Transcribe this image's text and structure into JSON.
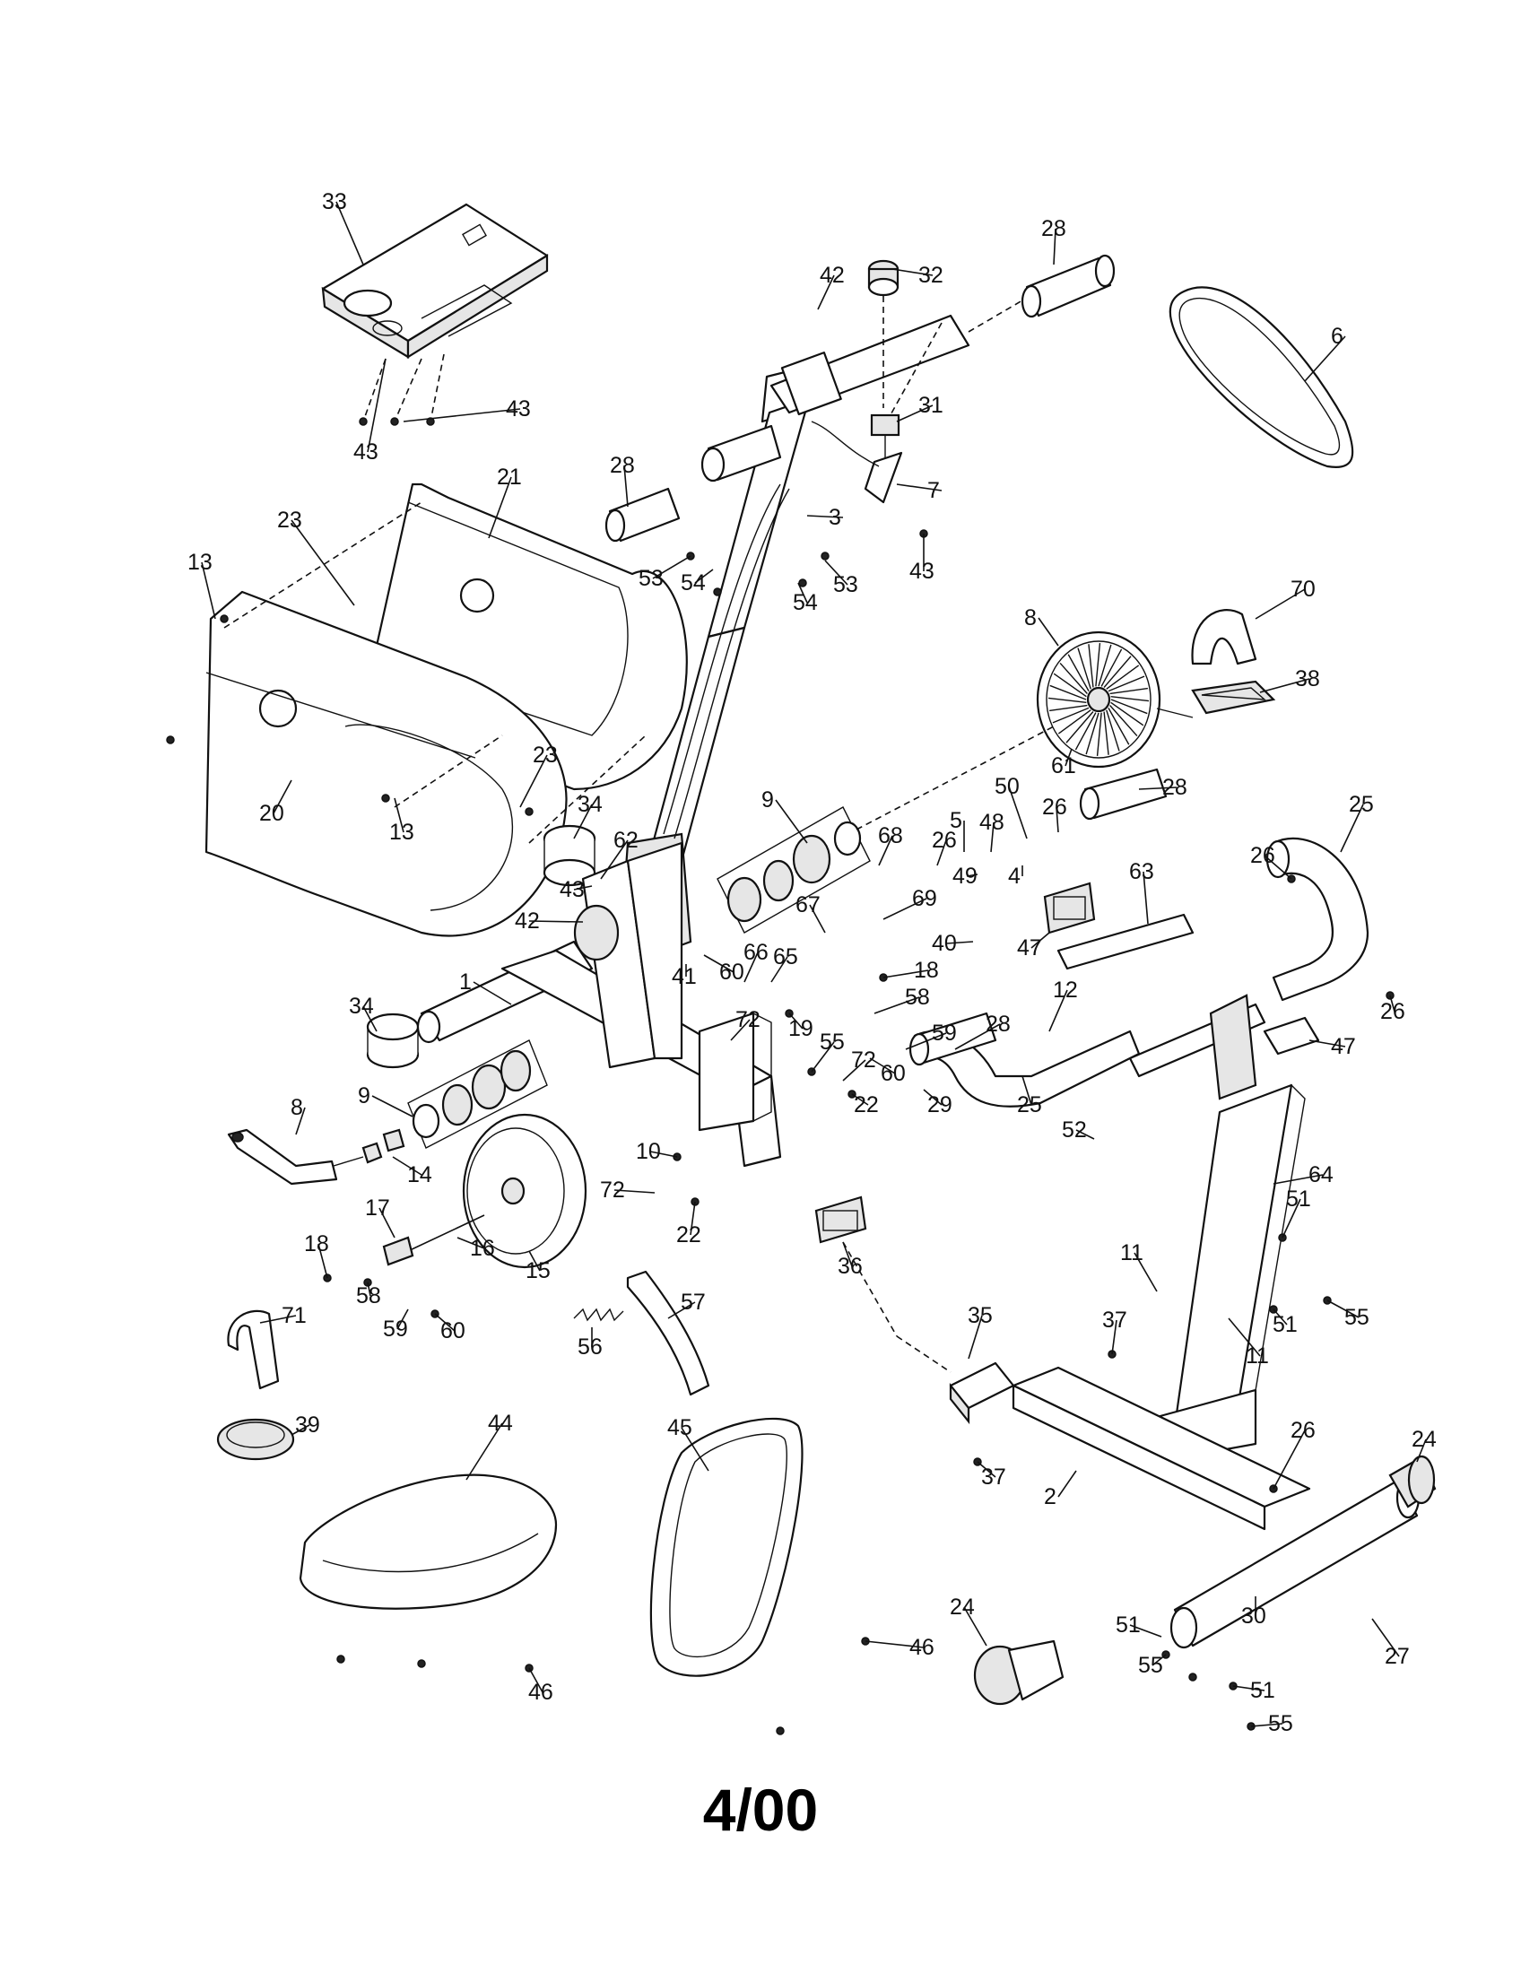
{
  "page": {
    "date_code": "4/00"
  },
  "callouts": [
    {
      "id": "c33",
      "text": "33"
    },
    {
      "id": "c43a",
      "text": "43"
    },
    {
      "id": "c43b",
      "text": "43"
    },
    {
      "id": "c43c",
      "text": "43"
    },
    {
      "id": "c43d",
      "text": "43"
    },
    {
      "id": "c21",
      "text": "21"
    },
    {
      "id": "c23a",
      "text": "23"
    },
    {
      "id": "c23b",
      "text": "23"
    },
    {
      "id": "c13a",
      "text": "13"
    },
    {
      "id": "c13b",
      "text": "13"
    },
    {
      "id": "c20",
      "text": "20"
    },
    {
      "id": "c42a",
      "text": "42"
    },
    {
      "id": "c42b",
      "text": "42"
    },
    {
      "id": "c32",
      "text": "32"
    },
    {
      "id": "c28a",
      "text": "28"
    },
    {
      "id": "c28b",
      "text": "28"
    },
    {
      "id": "c28c",
      "text": "28"
    },
    {
      "id": "c28d",
      "text": "28"
    },
    {
      "id": "c6",
      "text": "6"
    },
    {
      "id": "c31",
      "text": "31"
    },
    {
      "id": "c7",
      "text": "7"
    },
    {
      "id": "c3",
      "text": "3"
    },
    {
      "id": "c53a",
      "text": "53"
    },
    {
      "id": "c53b",
      "text": "53"
    },
    {
      "id": "c54a",
      "text": "54"
    },
    {
      "id": "c54b",
      "text": "54"
    },
    {
      "id": "c70",
      "text": "70"
    },
    {
      "id": "c8a",
      "text": "8"
    },
    {
      "id": "c8b",
      "text": "8"
    },
    {
      "id": "c38",
      "text": "38"
    },
    {
      "id": "c61",
      "text": "61"
    },
    {
      "id": "c34a",
      "text": "34"
    },
    {
      "id": "c34b",
      "text": "34"
    },
    {
      "id": "c62",
      "text": "62"
    },
    {
      "id": "c9a",
      "text": "9"
    },
    {
      "id": "c9b",
      "text": "9"
    },
    {
      "id": "c50",
      "text": "50"
    },
    {
      "id": "c26a",
      "text": "26"
    },
    {
      "id": "c26b",
      "text": "26"
    },
    {
      "id": "c26c",
      "text": "26"
    },
    {
      "id": "c26d",
      "text": "26"
    },
    {
      "id": "c26e",
      "text": "26"
    },
    {
      "id": "c5",
      "text": "5"
    },
    {
      "id": "c48",
      "text": "48"
    },
    {
      "id": "c49",
      "text": "49"
    },
    {
      "id": "c4",
      "text": "4"
    },
    {
      "id": "c40",
      "text": "40"
    },
    {
      "id": "c25a",
      "text": "25"
    },
    {
      "id": "c25b",
      "text": "25"
    },
    {
      "id": "c68",
      "text": "68"
    },
    {
      "id": "c69",
      "text": "69"
    },
    {
      "id": "c67",
      "text": "67"
    },
    {
      "id": "c66",
      "text": "66"
    },
    {
      "id": "c65",
      "text": "65"
    },
    {
      "id": "c63",
      "text": "63"
    },
    {
      "id": "c47a",
      "text": "47"
    },
    {
      "id": "c47b",
      "text": "47"
    },
    {
      "id": "c1",
      "text": "1"
    },
    {
      "id": "c60a",
      "text": "60"
    },
    {
      "id": "c60b",
      "text": "60"
    },
    {
      "id": "c60c",
      "text": "60"
    },
    {
      "id": "c41",
      "text": "41"
    },
    {
      "id": "c72a",
      "text": "72"
    },
    {
      "id": "c72b",
      "text": "72"
    },
    {
      "id": "c72c",
      "text": "72"
    },
    {
      "id": "c18a",
      "text": "18"
    },
    {
      "id": "c18b",
      "text": "18"
    },
    {
      "id": "c58a",
      "text": "58"
    },
    {
      "id": "c58b",
      "text": "58"
    },
    {
      "id": "c59a",
      "text": "59"
    },
    {
      "id": "c59b",
      "text": "59"
    },
    {
      "id": "c12",
      "text": "12"
    },
    {
      "id": "c19",
      "text": "19"
    },
    {
      "id": "c55a",
      "text": "55"
    },
    {
      "id": "c55b",
      "text": "55"
    },
    {
      "id": "c55c",
      "text": "55"
    },
    {
      "id": "c55d",
      "text": "55"
    },
    {
      "id": "c22a",
      "text": "22"
    },
    {
      "id": "c22b",
      "text": "22"
    },
    {
      "id": "c29",
      "text": "29"
    },
    {
      "id": "c52",
      "text": "52"
    },
    {
      "id": "c64",
      "text": "64"
    },
    {
      "id": "c10",
      "text": "10"
    },
    {
      "id": "c14",
      "text": "14"
    },
    {
      "id": "c36",
      "text": "36"
    },
    {
      "id": "c17",
      "text": "17"
    },
    {
      "id": "c16",
      "text": "16"
    },
    {
      "id": "c15",
      "text": "15"
    },
    {
      "id": "c51a",
      "text": "51"
    },
    {
      "id": "c51b",
      "text": "51"
    },
    {
      "id": "c51c",
      "text": "51"
    },
    {
      "id": "c51d",
      "text": "51"
    },
    {
      "id": "c11a",
      "text": "11"
    },
    {
      "id": "c11b",
      "text": "11"
    },
    {
      "id": "c57",
      "text": "57"
    },
    {
      "id": "c56",
      "text": "56"
    },
    {
      "id": "c35",
      "text": "35"
    },
    {
      "id": "c37a",
      "text": "37"
    },
    {
      "id": "c37b",
      "text": "37"
    },
    {
      "id": "c71",
      "text": "71"
    },
    {
      "id": "c39",
      "text": "39"
    },
    {
      "id": "c44",
      "text": "44"
    },
    {
      "id": "c45",
      "text": "45"
    },
    {
      "id": "c2",
      "text": "2"
    },
    {
      "id": "c24a",
      "text": "24"
    },
    {
      "id": "c24b",
      "text": "24"
    },
    {
      "id": "c30",
      "text": "30"
    },
    {
      "id": "c27",
      "text": "27"
    },
    {
      "id": "c46a",
      "text": "46"
    },
    {
      "id": "c46b",
      "text": "46"
    }
  ]
}
